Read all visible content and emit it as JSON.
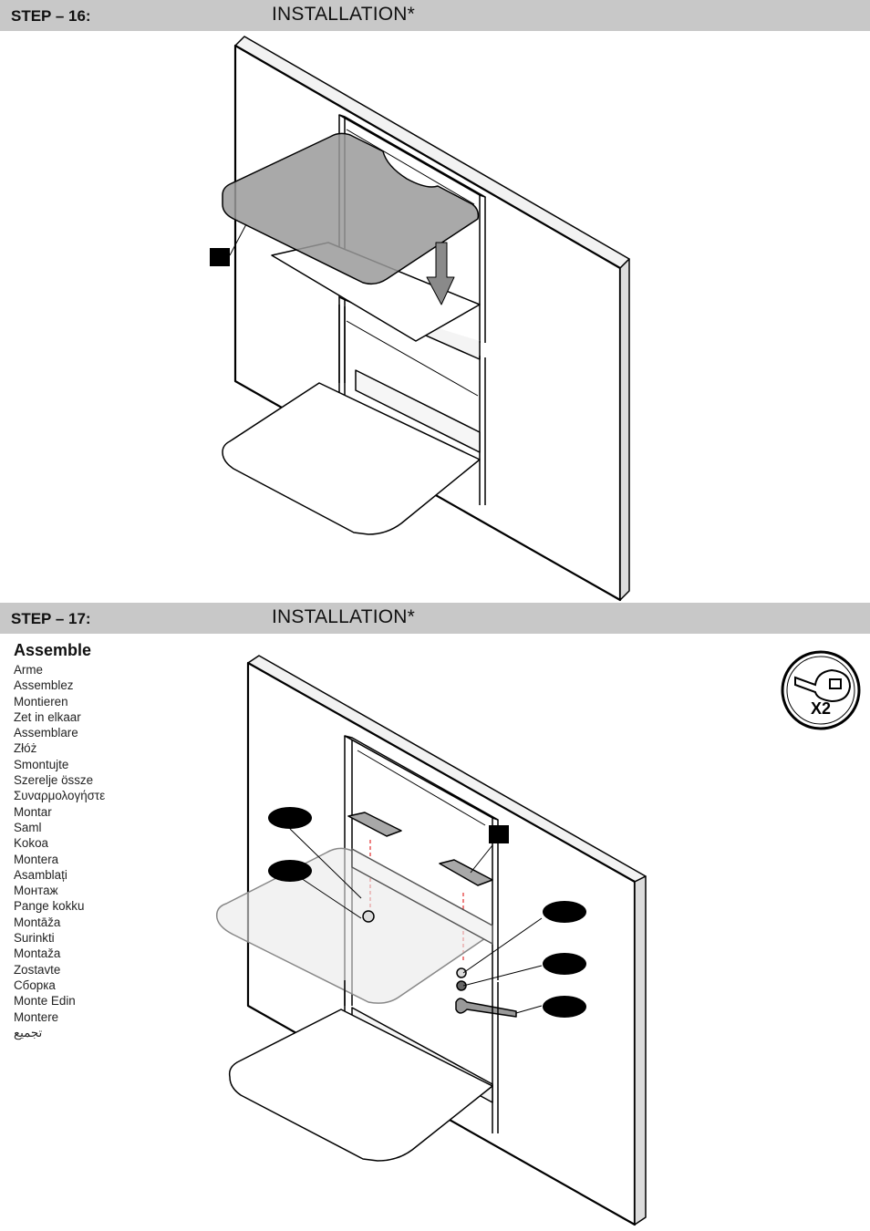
{
  "step16": {
    "number": "STEP – 16:",
    "title": "INSTALLATION*"
  },
  "step17": {
    "number": "STEP – 17:",
    "title": "INSTALLATION*",
    "heading": "Assemble",
    "translations": [
      "Arme",
      "Assemblez",
      "Montieren",
      "Zet in elkaar",
      "Assemblare",
      "Złóż",
      "Smontujte",
      "Szerelje össze",
      "Συναρμολογήστε",
      "Montar",
      "Saml",
      "Kokoa",
      "Montera",
      "Asamblați",
      "Монтаж",
      "Pange kokku",
      "Montāža",
      "Surinkti",
      "Montaža",
      "Zostavte",
      "Сборка",
      "Monte Edin",
      "Montere",
      "تجميع"
    ],
    "tool_badge": {
      "count": "X2",
      "icon": "wrench-icon"
    }
  },
  "colors": {
    "header_bar": "#c8c8c8",
    "shelf_fill": "#9a9a9a",
    "callout": "#000000"
  }
}
